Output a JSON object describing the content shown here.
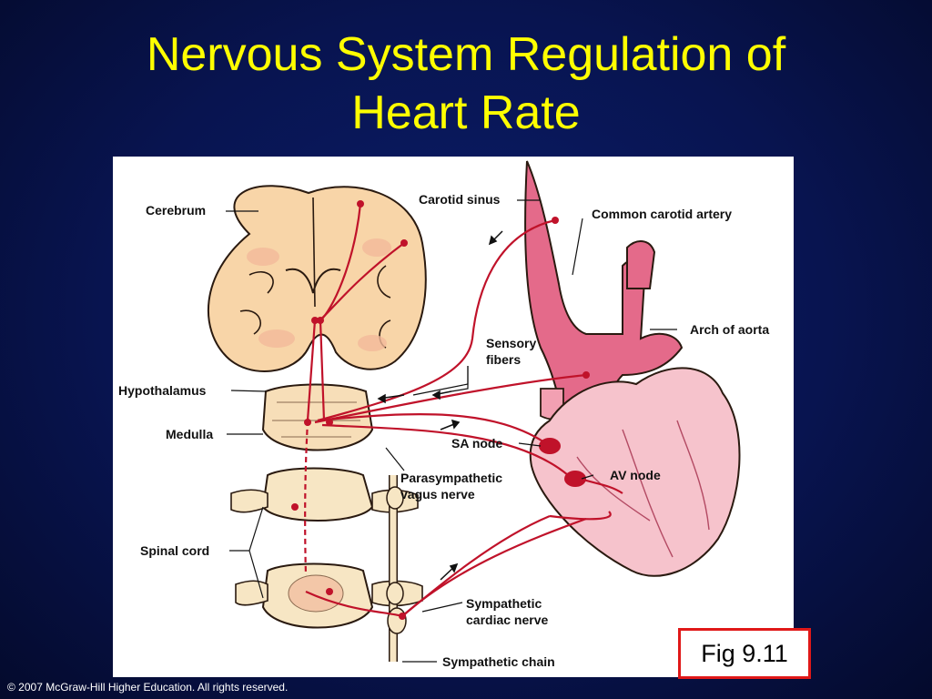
{
  "slide": {
    "title_line1": "Nervous System Regulation of",
    "title_line2": "Heart Rate",
    "figure_ref": "Fig 9.11",
    "copyright": "© 2007 McGraw-Hill Higher Education. All rights reserved."
  },
  "labels": {
    "cerebrum": "Cerebrum",
    "carotid_sinus": "Carotid sinus",
    "common_carotid_artery": "Common carotid artery",
    "arch_of_aorta": "Arch of aorta",
    "sensory": "Sensory",
    "fibers": "fibers",
    "hypothalamus": "Hypothalamus",
    "medulla": "Medulla",
    "sa_node": "SA node",
    "parasympathetic": "Parasympathetic",
    "vagus_nerve": "vagus nerve",
    "av_node": "AV node",
    "spinal_cord": "Spinal cord",
    "sympathetic": "Sympathetic",
    "cardiac_nerve": "cardiac nerve",
    "sympathetic_chain": "Sympathetic chain"
  },
  "colors": {
    "title": "#ffff00",
    "nerve": "#c0122a",
    "brain": "#f8d5a8",
    "artery": "#e46a8a",
    "heart": "#f6c3cc",
    "frame": "#e01818"
  }
}
